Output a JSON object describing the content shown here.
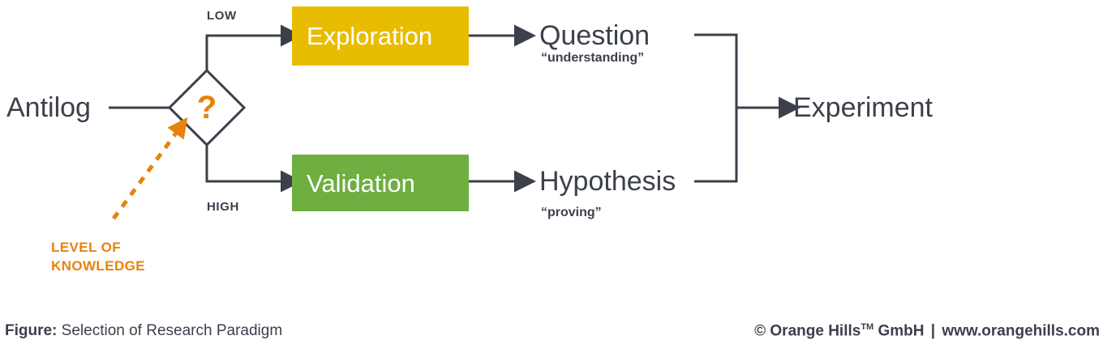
{
  "figure": {
    "caption_lead": "Figure:",
    "caption_text": "Selection of Research Paradigm",
    "copyright_symbol": "©",
    "company": "Orange Hills",
    "trademark": "TM",
    "legal_form": "GmbH",
    "separator": "|",
    "website": "www.orangehills.com"
  },
  "diagram": {
    "start_node": {
      "label": "Antilog"
    },
    "decision_node": {
      "symbol": "?",
      "name": "decision-diamond"
    },
    "branches": [
      {
        "label": "LOW",
        "target": "Exploration"
      },
      {
        "label": "HIGH",
        "target": "Validation"
      }
    ],
    "process_boxes": [
      {
        "label": "Exploration",
        "color": "#e8bc00"
      },
      {
        "label": "Validation",
        "color": "#6fae41"
      }
    ],
    "outcomes": [
      {
        "label": "Question",
        "note": "“understanding”"
      },
      {
        "label": "Hypothesis",
        "note": "“proving”"
      }
    ],
    "final_node": {
      "label": "Experiment"
    },
    "annotation": {
      "line1": "LEVEL OF",
      "line2": "KNOWLEDGE",
      "color": "#e8820c"
    }
  },
  "colors": {
    "stroke": "#3c404b",
    "yellow": "#e8bc00",
    "green": "#6fae41",
    "orange": "#e8820c",
    "text": "#3c404b",
    "background": "#ffffff"
  }
}
